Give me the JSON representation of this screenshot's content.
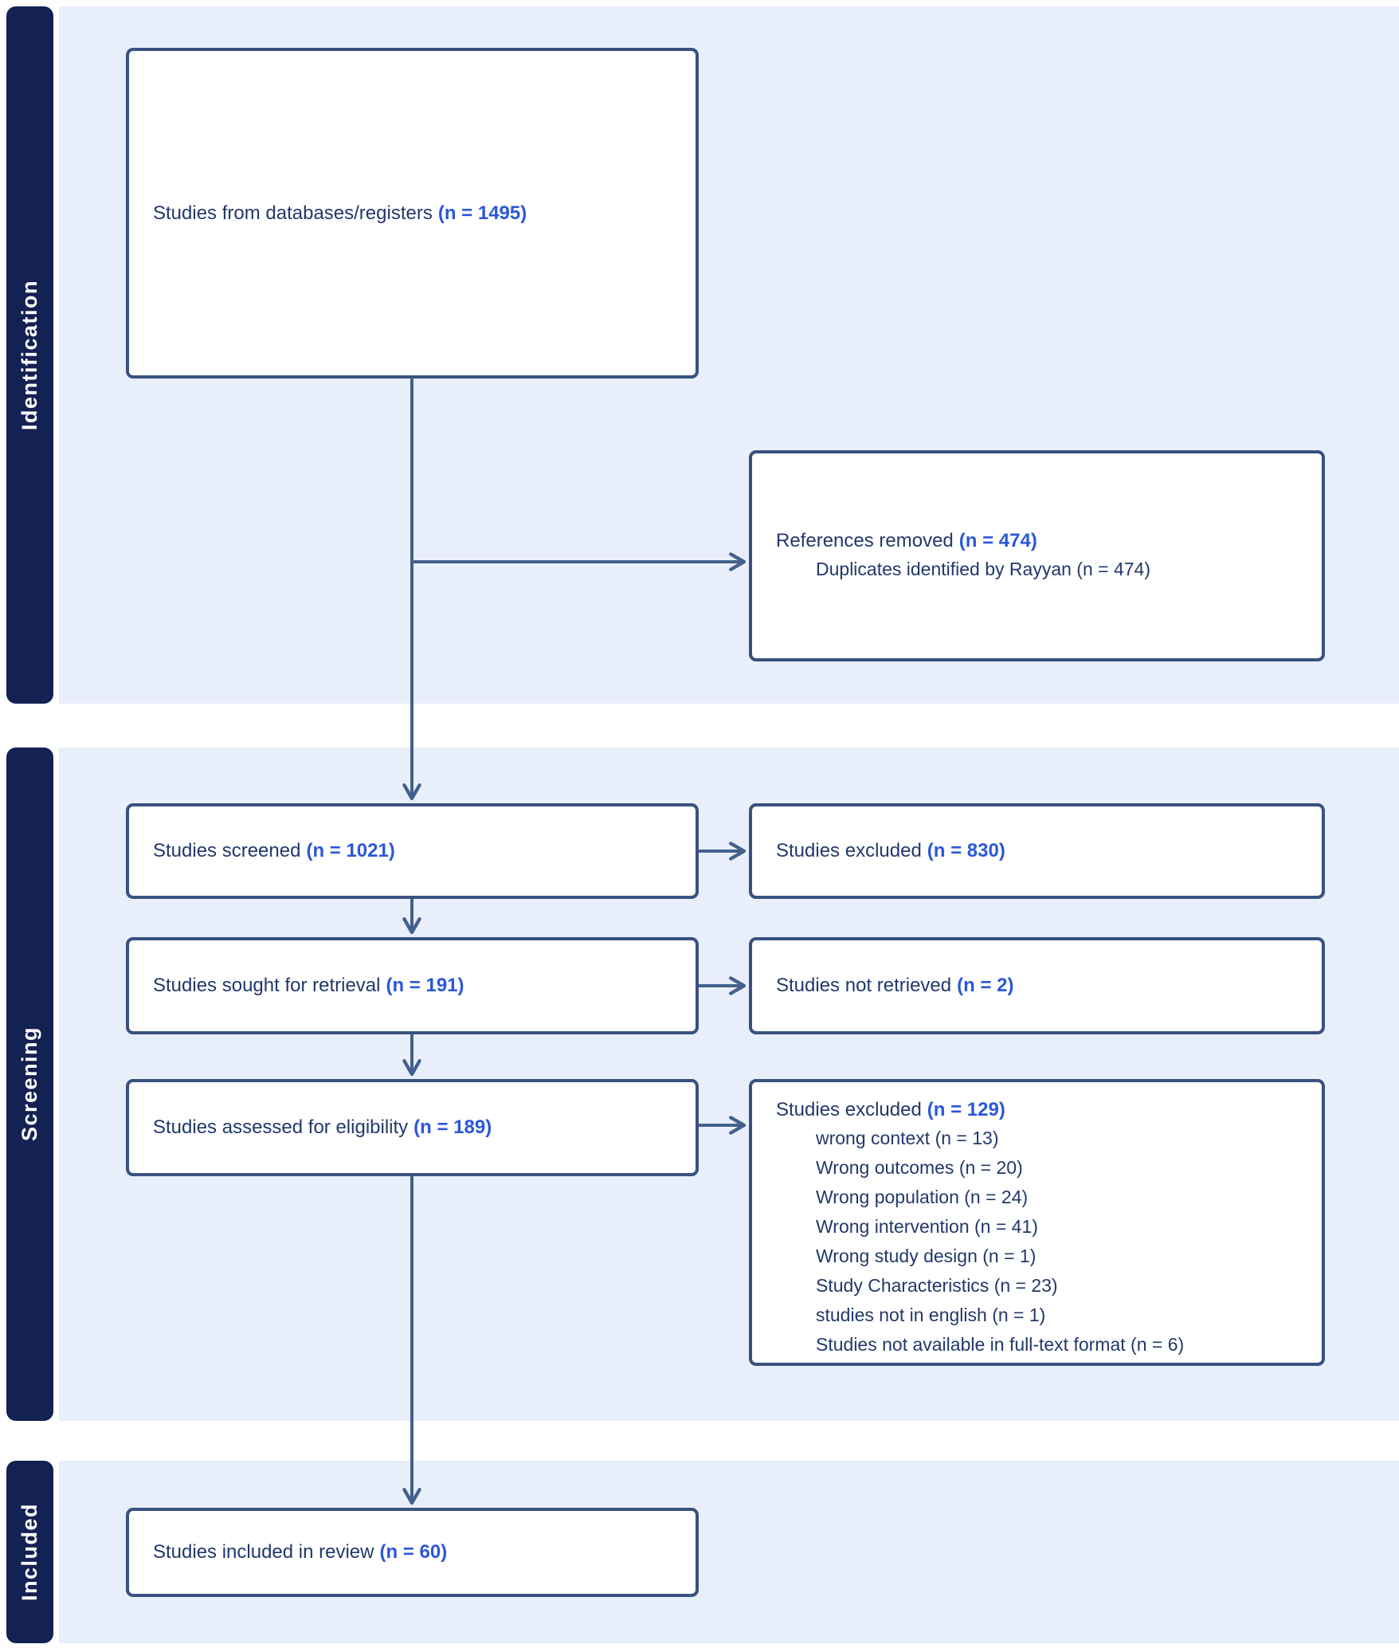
{
  "sections": [
    {
      "label": "Identification"
    },
    {
      "label": "Screening"
    },
    {
      "label": "Included"
    }
  ],
  "boxes": {
    "databases": {
      "label": "Studies from databases/registers",
      "count": "(n = 1495)"
    },
    "references_removed": {
      "label": "References removed",
      "count": "(n = 474)",
      "details": [
        "Duplicates identified by Rayyan (n = 474)"
      ]
    },
    "screened": {
      "label": "Studies screened",
      "count": "(n = 1021)"
    },
    "excluded_screening": {
      "label": "Studies excluded",
      "count": "(n = 830)"
    },
    "sought": {
      "label": "Studies sought for retrieval",
      "count": "(n = 191)"
    },
    "not_retrieved": {
      "label": "Studies not retrieved",
      "count": "(n = 2)"
    },
    "assessed": {
      "label": "Studies assessed for eligibility",
      "count": "(n = 189)"
    },
    "excluded_eligibility": {
      "label": "Studies excluded",
      "count": "(n = 129)",
      "details": [
        "wrong context (n = 13)",
        "Wrong outcomes (n = 20)",
        "Wrong population (n = 24)",
        "Wrong intervention (n = 41)",
        "Wrong study design (n = 1)",
        "Study Characteristics (n = 23)",
        "studies not in english (n = 1)",
        "Studies not available in full-text format (n = 6)"
      ]
    },
    "included_review": {
      "label": "Studies included in review",
      "count": "(n = 60)"
    }
  },
  "colors": {
    "sidebar_navy": "#132153",
    "band_blue": "#e9effa",
    "box_border": "#3a5180",
    "arrow": "#44608d",
    "text_navy": "#22386b",
    "count_blue": "#2b57d8",
    "box_fill": "#ffffff"
  }
}
